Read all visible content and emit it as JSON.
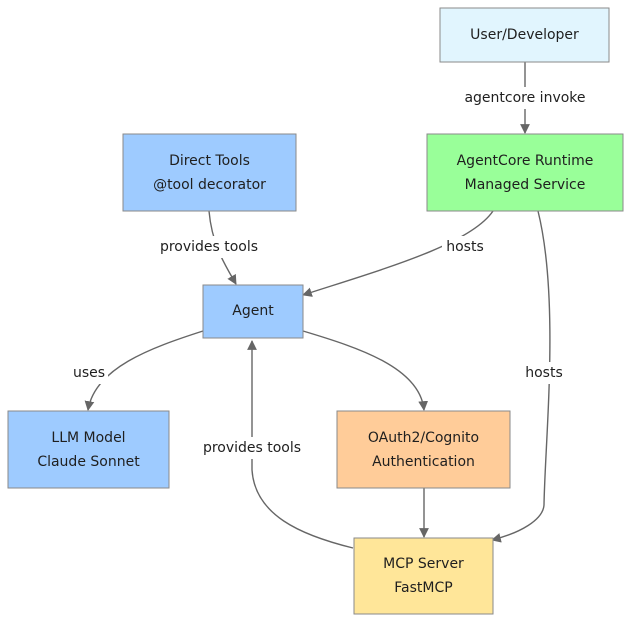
{
  "nodes": {
    "user": {
      "lines": [
        "User/Developer"
      ],
      "fill": "#e1f5fe",
      "stroke": "#8a8a8a"
    },
    "runtime": {
      "lines": [
        "AgentCore Runtime",
        "Managed Service"
      ],
      "fill": "#99ff99",
      "stroke": "#8a8a8a"
    },
    "direct_tools": {
      "lines": [
        "Direct Tools",
        "@tool decorator"
      ],
      "fill": "#9ecbff",
      "stroke": "#8a8a8a"
    },
    "agent": {
      "lines": [
        "Agent"
      ],
      "fill": "#9ecbff",
      "stroke": "#8a8a8a"
    },
    "llm": {
      "lines": [
        "LLM Model",
        "Claude Sonnet"
      ],
      "fill": "#9ecbff",
      "stroke": "#8a8a8a"
    },
    "oauth": {
      "lines": [
        "OAuth2/Cognito",
        "Authentication"
      ],
      "fill": "#ffcc99",
      "stroke": "#8a8a8a"
    },
    "mcp": {
      "lines": [
        "MCP Server",
        "FastMCP"
      ],
      "fill": "#ffe699",
      "stroke": "#8a8a8a"
    }
  },
  "edges": {
    "invoke": {
      "label": "agentcore invoke"
    },
    "hosts_agent": {
      "label": "hosts"
    },
    "provides_direct": {
      "label": "provides tools"
    },
    "uses": {
      "label": "uses"
    },
    "agent_oauth": {
      "label": ""
    },
    "oauth_mcp": {
      "label": ""
    },
    "provides_mcp": {
      "label": "provides tools"
    },
    "hosts_mcp": {
      "label": "hosts"
    }
  },
  "colors": {
    "edge": "#666666",
    "text": "#1f1f1f"
  }
}
